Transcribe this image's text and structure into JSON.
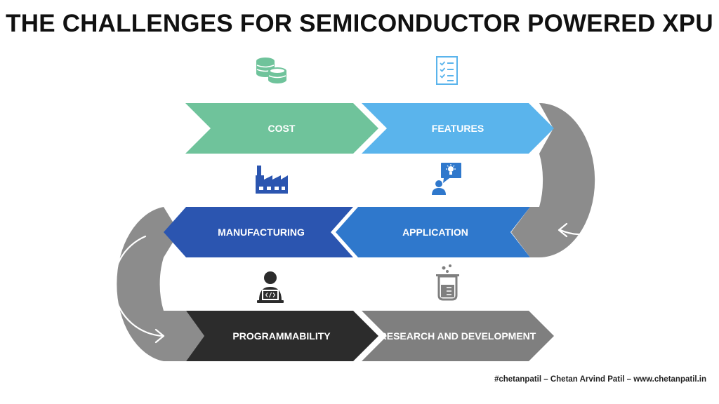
{
  "title": "THE CHALLENGES FOR SEMICONDUCTOR POWERED XPU",
  "steps": [
    {
      "label": "COST",
      "icon": "coins-icon",
      "color": "#6fc39b"
    },
    {
      "label": "FEATURES",
      "icon": "checklist-icon",
      "color": "#5ab4ec"
    },
    {
      "label": "APPLICATION",
      "icon": "user-idea-icon",
      "color": "#2f78cc"
    },
    {
      "label": "MANUFACTURING",
      "icon": "factory-icon",
      "color": "#2b55b0"
    },
    {
      "label": "PROGRAMMABILITY",
      "icon": "coder-laptop-icon",
      "color": "#2c2c2c"
    },
    {
      "label": "RESEARCH AND DEVELOPMENT",
      "icon": "beaker-icon",
      "color": "#7f7f7f"
    }
  ],
  "connector_color": "#8c8c8c",
  "credit": "#chetanpatil – Chetan Arvind Patil – www.chetanpatil.in"
}
